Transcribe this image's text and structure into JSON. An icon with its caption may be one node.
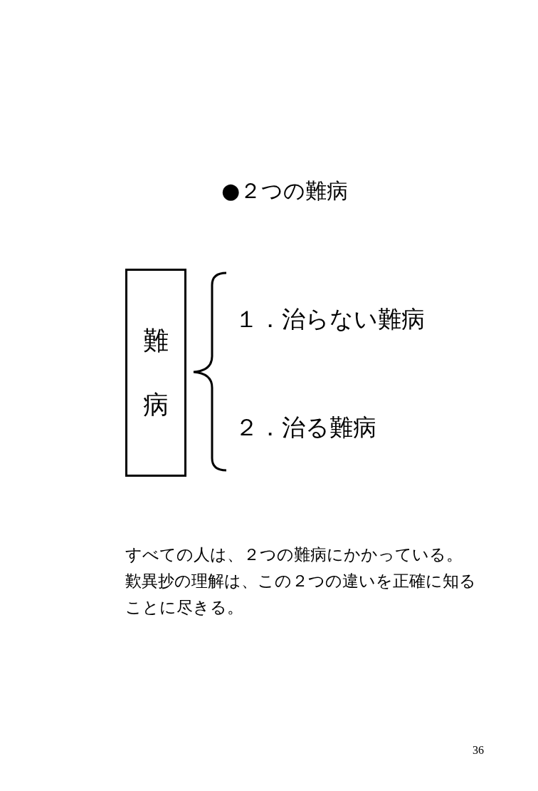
{
  "diagram": {
    "title": "●２つの難病",
    "nodes": [
      {
        "text": [
          "難病"
        ]
      }
    ],
    "labels": [
      "１．治らない難病",
      "２．治る難病",
      "すべての人は、２つの難病にかかっている。",
      "歎異抄の理解は、この２つの違いを正確に知ることに尽きる。",
      "36"
    ]
  }
}
